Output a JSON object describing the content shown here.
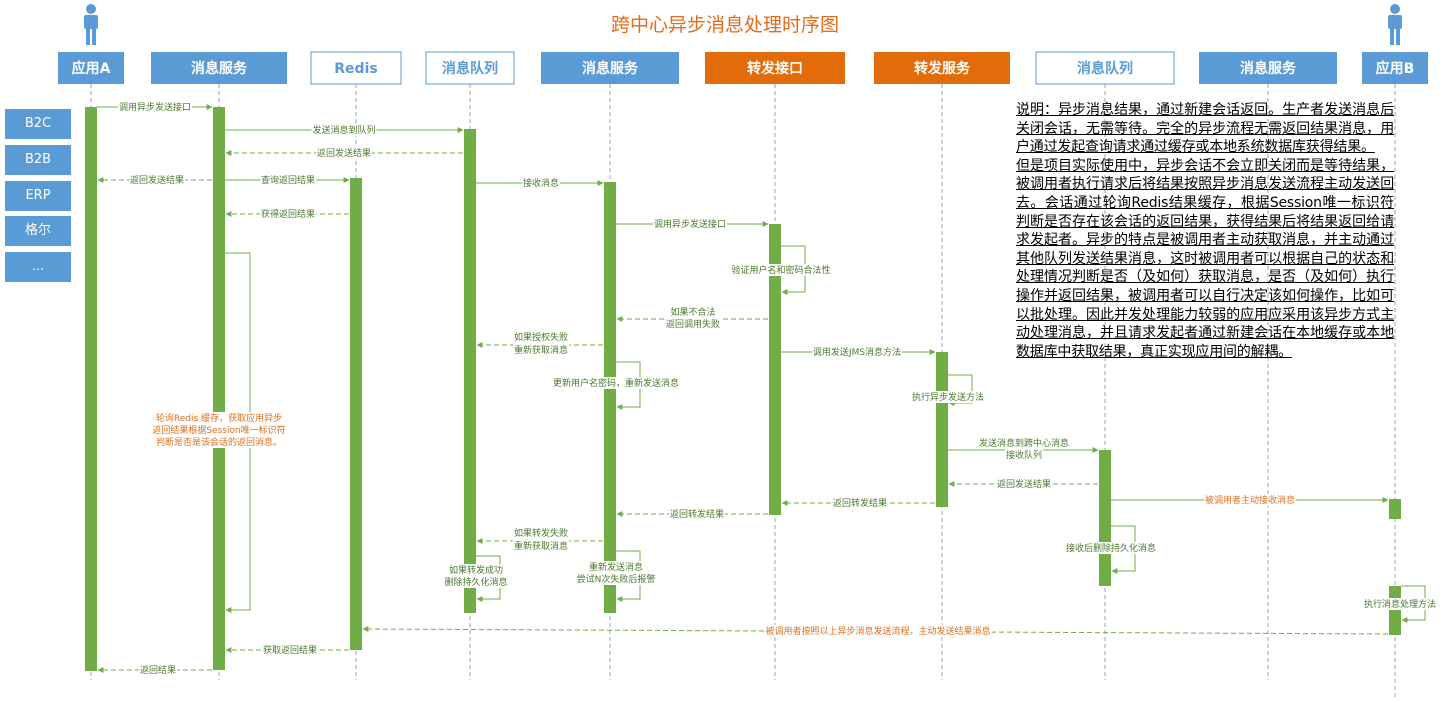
{
  "title": "跨中心异步消息处理时序图",
  "actors": [
    {
      "label": "应用A",
      "style": "blue"
    },
    {
      "label": "消息服务",
      "style": "blue"
    },
    {
      "label": "Redis",
      "style": "outline"
    },
    {
      "label": "消息队列",
      "style": "outline"
    },
    {
      "label": "消息服务",
      "style": "blue"
    },
    {
      "label": "转发接口",
      "style": "orange"
    },
    {
      "label": "转发服务",
      "style": "orange"
    },
    {
      "label": "消息队列",
      "style": "outline"
    },
    {
      "label": "消息服务",
      "style": "blue"
    },
    {
      "label": "应用B",
      "style": "blue"
    }
  ],
  "clients": [
    "B2C",
    "B2B",
    "ERP",
    "格尔",
    "..."
  ],
  "messages": {
    "m1": "调用异步发送接口",
    "m2": "发送消息到队列",
    "m3": "返回发送结果",
    "m4": "返回发送结果",
    "m5": "查询返回结果",
    "m6": "接收消息",
    "m7": "获得返回结果",
    "m8": "调用异步发送接口",
    "m9": "验证用户名和密码合法性",
    "m10a": "如果不合法",
    "m10b": "返回调用失败",
    "m11a": "如果授权失败",
    "m11b": "重新获取消息",
    "m12": "更新用户名密码，重新发送消息",
    "m13": "调用发送JMS消息方法",
    "m14": "执行异步发送方法",
    "m15a": "发送消息到跨中心消息",
    "m15b": "接收队列",
    "m16": "返回发送结果",
    "m17": "被调用者主动接收消息",
    "m18": "返回转发结果",
    "m19": "返回转发结果",
    "m20a": "如果转发失败",
    "m20b": "重新获取消息",
    "m21": "接收后删除持久化消息",
    "m22a": "如果转发成功",
    "m22b": "删除持久化消息",
    "m23a": "重新发送消息",
    "m23b": "尝试N次失败后报警",
    "m24": "执行消息处理方法",
    "m25": "被调用者按照以上异步消息发送流程，主动发送结果消息",
    "m26": "获取返回结果",
    "m27": "返回结果"
  },
  "poll_note": [
    "轮询Redis 缓存，获取应用异步",
    "返回结果根据Session唯一标识符",
    "判断是否是该会话的返回消息。"
  ],
  "description": [
    "说明：异步消息结果，通过新建会话返回。生产者发送消息后关闭会话，无需等待。完全的异步流程无需返回结果消息，用户通过发起查询请求通过缓存或本地系统数据库获得结果。",
    "但是项目实际使用中，异步会话不会立即关闭而是等待结果，被调用者执行请求后将结果按照异步消息发送流程主动发送回去。会话通过轮询Redis结果缓存，根据Session唯一标识符判断是否存在该会话的返回结果，获得结果后将结果返回给请求发起者。异步的特点是被调用者主动获取消息，并主动通过其他队列发送结果消息，这时被调用者可以根据自己的状态和处理情况判断是否（及如何）获取消息，是否（及如何）执行操作并返回结果，被调用者可以自行决定该如何操作，比如可以批处理。因此并发处理能力较弱的应用应采用该异步方式主动处理消息，并且请求发起者通过新建会话在本地缓存或本地数据库中获取结果，真正实现应用间的解耦。"
  ],
  "colors": {
    "blue": "#5b9bd5",
    "orange": "#e36c0a",
    "green": "#70ad47",
    "title": "#e36c1c",
    "label_green": "#4a7a2e",
    "label_orange": "#e0701f"
  }
}
